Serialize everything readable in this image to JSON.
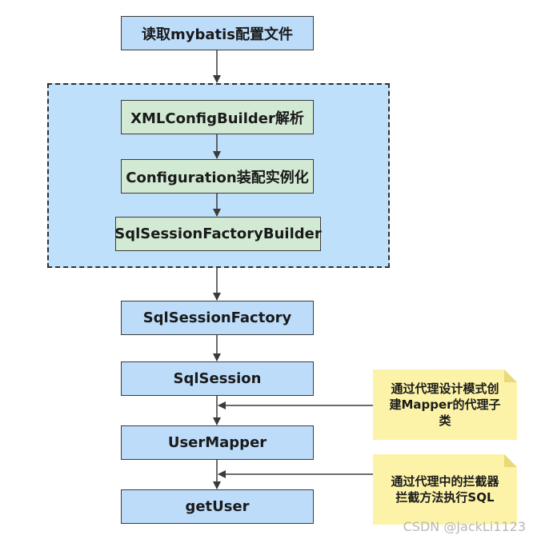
{
  "flow": {
    "read_config": "读取mybatis配置文件",
    "xml_builder": "XMLConfigBuilder解析",
    "configuration": "Configuration装配实例化",
    "factory_builder": "SqlSessionFactoryBuilder",
    "session_factory": "SqlSessionFactory",
    "session": "SqlSession",
    "user_mapper": "UserMapper",
    "get_user": "getUser"
  },
  "notes": {
    "proxy_line1": "通过代理设计模式创",
    "proxy_line2": "建Mapper的代理子",
    "proxy_line3": "类",
    "interceptor_line1": "通过代理中的拦截器",
    "interceptor_line2": "拦截方法执行SQL"
  },
  "watermark": "CSDN @JackLi1123",
  "colors": {
    "box_blue": "#bcdcfa",
    "box_green": "#d2ead4",
    "group_fill": "#bfe0fb",
    "note_yellow": "#fdf3a8",
    "line": "#3a3a3a"
  }
}
